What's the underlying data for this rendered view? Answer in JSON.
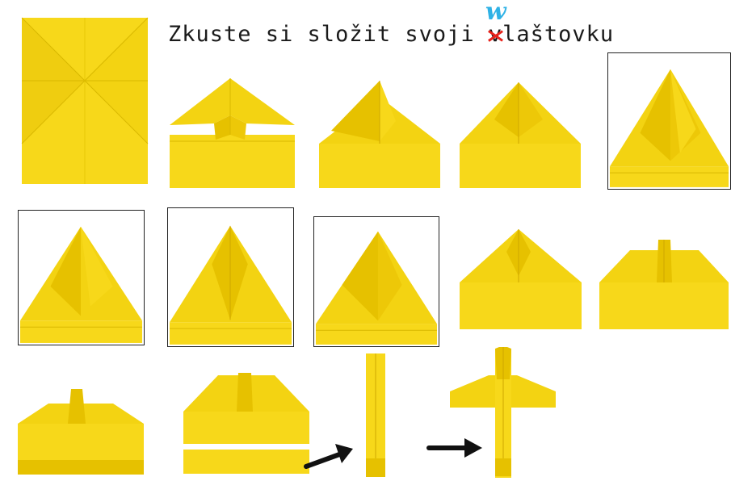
{
  "title": {
    "before": "Zkuste si složit svoji ",
    "crossed_letter": "v",
    "correction_letter": "w",
    "after": "laštovku"
  },
  "colors": {
    "paper": "#f7d81a",
    "paper_shade": "#e6c100",
    "paper_dark": "#cfa700",
    "crease": "#d9b800",
    "correction": "#2fb2e6",
    "strike": "#e8241c",
    "arrow": "#111111"
  },
  "steps": [
    {
      "id": 1,
      "kind": "flat-sheet"
    },
    {
      "id": 2,
      "kind": "peak-open"
    },
    {
      "id": 3,
      "kind": "peak-fold-left"
    },
    {
      "id": 4,
      "kind": "peak-closed"
    },
    {
      "id": 5,
      "kind": "tall-peak-framed"
    },
    {
      "id": 6,
      "kind": "side-fold-right-framed"
    },
    {
      "id": 7,
      "kind": "center-fold-framed"
    },
    {
      "id": 8,
      "kind": "side-fold-left-framed"
    },
    {
      "id": 9,
      "kind": "shoulders"
    },
    {
      "id": 10,
      "kind": "flat-top"
    },
    {
      "id": 11,
      "kind": "base-strip"
    },
    {
      "id": 12,
      "kind": "split-strip"
    },
    {
      "id": 13,
      "kind": "folded-body"
    },
    {
      "id": 14,
      "kind": "finished-plane"
    }
  ]
}
